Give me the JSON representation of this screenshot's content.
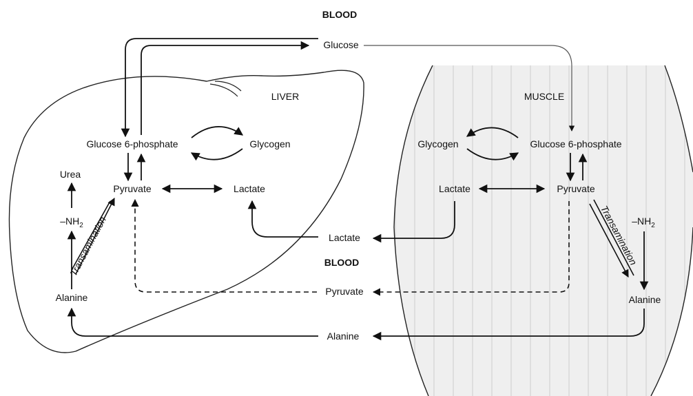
{
  "blood": {
    "top_label": "BLOOD",
    "mid_label": "BLOOD",
    "glucose": "Glucose",
    "lactate": "Lactate",
    "pyruvate": "Pyruvate",
    "alanine": "Alanine"
  },
  "liver": {
    "title": "LIVER",
    "g6p": "Glucose 6-phosphate",
    "glycogen": "Glycogen",
    "pyruvate": "Pyruvate",
    "lactate": "Lactate",
    "urea": "Urea",
    "nh2_prefix": "–NH",
    "nh2_sub": "2",
    "alanine": "Alanine",
    "transamination": "Transamination"
  },
  "muscle": {
    "title": "MUSCLE",
    "glycogen": "Glycogen",
    "g6p": "Glucose 6-phosphate",
    "lactate": "Lactate",
    "pyruvate": "Pyruvate",
    "nh2_prefix": "–NH",
    "nh2_sub": "2",
    "alanine": "Alanine",
    "transamination": "Transamination"
  },
  "colors": {
    "line": "#111111",
    "muscle_fill": "#ececec",
    "muscle_stripe": "#cfcfcf"
  }
}
